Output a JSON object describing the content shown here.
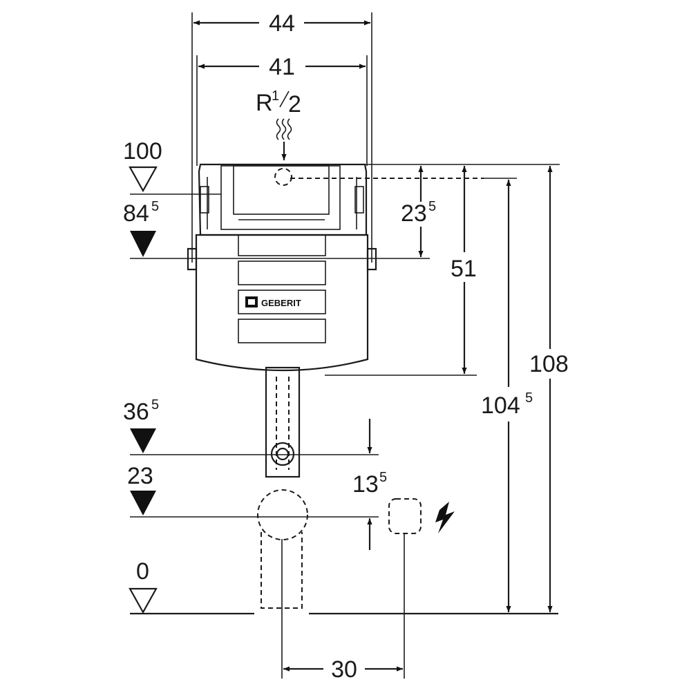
{
  "dimensions": {
    "width_outer": "44",
    "width_inner": "41",
    "thread": {
      "base": "R",
      "num": "1",
      "den": "2"
    },
    "level_100": "100",
    "level_84": {
      "base": "84",
      "sup": "5"
    },
    "level_36": {
      "base": "36",
      "sup": "5"
    },
    "level_23": "23",
    "level_0": "0",
    "dim_23": {
      "base": "23",
      "sup": "5"
    },
    "dim_51": "51",
    "dim_108": "108",
    "dim_104": {
      "base": "104",
      "sup": "5"
    },
    "dim_13": {
      "base": "13",
      "sup": "5"
    },
    "dim_30": "30"
  },
  "logo_text": "GEBERIT",
  "icons": [
    "water-inlet-icon",
    "electric-icon",
    "level-marker-icon"
  ]
}
